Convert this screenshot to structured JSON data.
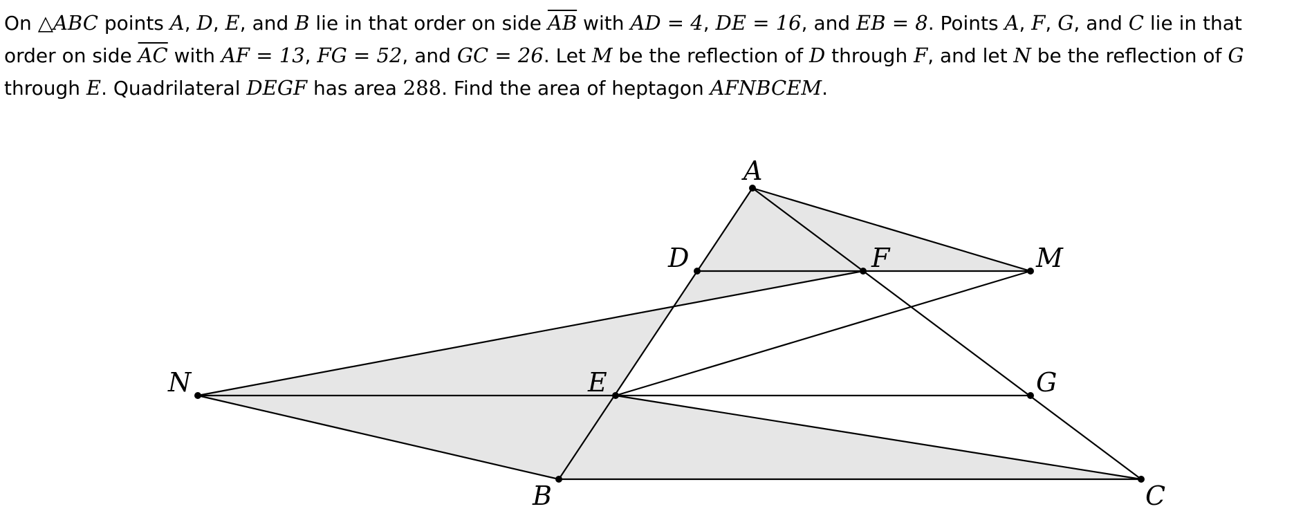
{
  "problem": {
    "p01": "On ",
    "p02": "△ABC",
    "p03": " points ",
    "p04": "A",
    "p05": ", ",
    "p06": "D",
    "p07": ", ",
    "p08": "E",
    "p09": ", and ",
    "p10": "B",
    "p11": " lie in that order on side ",
    "p12": "AB",
    "p13": " with ",
    "p14": "AD = 4",
    "p15": ", ",
    "p16": "DE = 16",
    "p17": ", and ",
    "p18": "EB = 8",
    "p19": ". Points ",
    "p20": "A",
    "p21": ", ",
    "p22": "F",
    "p23": ", ",
    "p24": "G",
    "p25": ", and ",
    "p26": "C",
    "p27": " lie in that order on side ",
    "p28": "AC",
    "p29": " with ",
    "p30": "AF = 13",
    "p31": ", ",
    "p32": "FG = 52",
    "p33": ", and ",
    "p34": "GC = 26",
    "p35": ". Let ",
    "p36": "M",
    "p37": " be the reflection of ",
    "p38": "D",
    "p39": " through ",
    "p40": "F",
    "p41": ", and let ",
    "p42": "N",
    "p43": " be the reflection of ",
    "p44": "G",
    "p45": " through ",
    "p46": "E",
    "p47": ". Quadrilateral ",
    "p48": "DEGF",
    "p49": " has area ",
    "p50": "288",
    "p51": ". Find the area of heptagon ",
    "p52": "AFNBCEM",
    "p53": "."
  },
  "figure": {
    "labels": {
      "A": "A",
      "D": "D",
      "F": "F",
      "M": "M",
      "N": "N",
      "E": "E",
      "G": "G",
      "B": "B",
      "C": "C"
    },
    "colors": {
      "shade": "#e6e6e6",
      "line": "#000000"
    }
  }
}
